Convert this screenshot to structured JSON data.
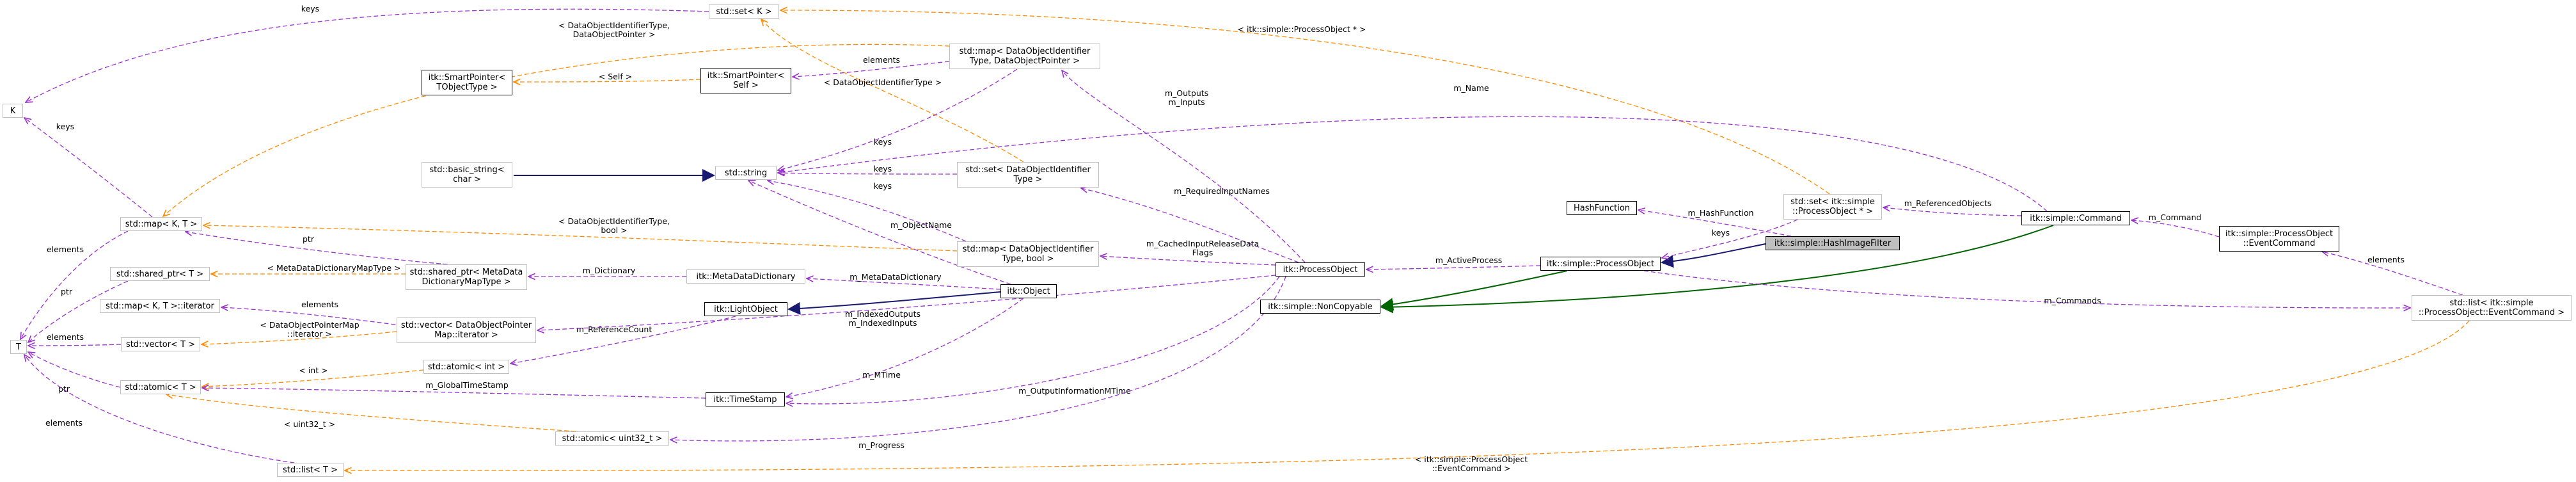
{
  "nodes": {
    "set_k": "std::set< K >",
    "k": "K",
    "map_k_t": "std::map< K, T >",
    "t": "T",
    "smart_ptr_tobj": "itk::SmartPointer<\nTObjectType >",
    "smart_ptr_self": "itk::SmartPointer<\nSelf >",
    "map_dataobj_ptr": "std::map< DataObjectIdentifier\nType, DataObjectPointer >",
    "basic_string": "std::basic_string<\nchar >",
    "string": "std::string",
    "set_dataobj_id": "std::set< DataObjectIdentifier\nType >",
    "map_dataobj_bool": "std::map< DataObjectIdentifier\nType, bool >",
    "shared_ptr_t": "std::shared_ptr< T >",
    "shared_ptr_metadata": "std::shared_ptr< MetaData\nDictionaryMapType >",
    "metadata_dictionary": "itk::MetaDataDictionary",
    "map_k_t_iterator": "std::map< K, T >::iterator",
    "light_object": "itk::LightObject",
    "object": "itk::Object",
    "vector_t": "std::vector< T >",
    "vector_dataobj_iter": "std::vector< DataObjectPointer\nMap::iterator >",
    "atomic_int": "std::atomic< int >",
    "atomic_t": "std::atomic< T >",
    "timestamp": "itk::TimeStamp",
    "atomic_uint32": "std::atomic< uint32_t >",
    "list_t": "std::list< T >",
    "process_object": "itk::ProcessObject",
    "noncopyable": "itk::simple::NonCopyable",
    "hash_function": "HashFunction",
    "set_simple_po": "std::set< itk::simple\n::ProcessObject * >",
    "simple_process_object": "itk::simple::ProcessObject",
    "hash_image_filter": "itk::simple::HashImageFilter",
    "command": "itk::simple::Command",
    "event_command": "itk::simple::ProcessObject\n::EventCommand",
    "list_event_command": "std::list< itk::simple\n::ProcessObject::EventCommand >"
  },
  "edge_labels": {
    "keys_setk_k": "keys",
    "keys_map_k": "keys",
    "elements_map_t": "elements",
    "dataobj_id_ptr": "< DataObjectIdentifierType,\nDataObjectPointer >",
    "self": "< Self >",
    "elements_smart_map": "elements",
    "simple_po_ptr": "< itk::simple::ProcessObject * >",
    "dataobj_id_type": "< DataObjectIdentifierType >",
    "m_outputs": "m_Outputs\nm_Inputs",
    "m_name": "m_Name",
    "keys_map_string": "keys",
    "keys_set_string": "keys",
    "keys_bool_string": "keys",
    "dataobj_bool": "< DataObjectIdentifierType,\nbool >",
    "m_required": "m_RequiredInputNames",
    "m_cached": "m_CachedInputReleaseData\nFlags",
    "m_object_name": "m_ObjectName",
    "ptr_shared": "ptr",
    "metadata_map_type": "< MetaDataDictionaryMapType >",
    "m_dictionary": "m_Dictionary",
    "m_metadata_dictionary": "m_MetaDataDictionary",
    "ptr_t": "ptr",
    "elements_iter": "elements",
    "m_reference_count": "m_ReferenceCount",
    "dataobj_map_iter": "< DataObjectPointerMap\n::iterator >",
    "elements_vector": "elements",
    "m_indexed": "m_IndexedOutputs\nm_IndexedInputs",
    "int_tpl": "< int >",
    "ptr_atomic": "ptr",
    "m_global_ts": "m_GlobalTimeStamp",
    "m_mtime": "m_MTime",
    "m_output_info": "m_OutputInformationMTime",
    "uint32_tpl": "< uint32_t >",
    "m_progress": "m_Progress",
    "elements_list": "elements",
    "list_event_tpl": "< itk::simple::ProcessObject\n::EventCommand >",
    "m_active_process": "m_ActiveProcess",
    "m_hash_function": "m_HashFunction",
    "keys_set_po": "keys",
    "m_referenced_objects": "m_ReferencedObjects",
    "m_command": "m_Command",
    "m_commands": "m_Commands",
    "elements_event": "elements"
  },
  "colors": {
    "usage_edge": "#9a32cd",
    "template_edge": "#ff8c00",
    "inherit_public": "#191970",
    "inherit_private": "#006400",
    "node_border": "#bfbfbf",
    "node_border_solid": "#000000",
    "focus_fill": "#bfbfbf"
  }
}
